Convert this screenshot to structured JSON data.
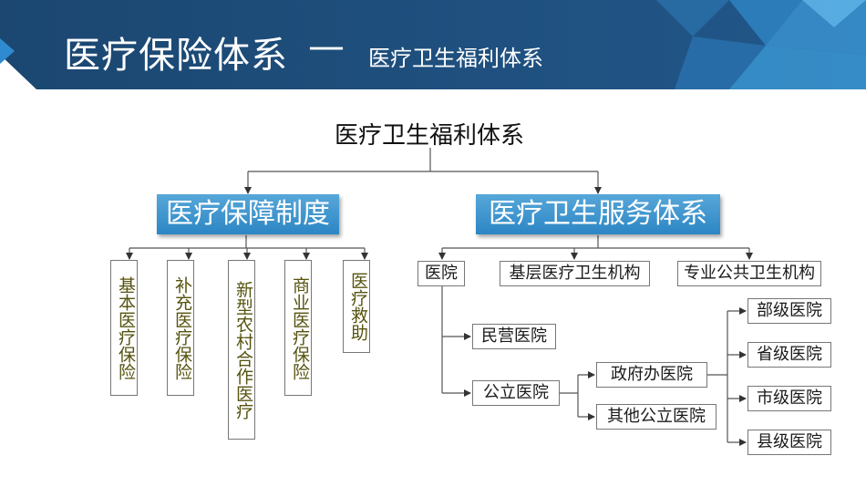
{
  "header": {
    "title": "医疗保险体系",
    "dash": "—",
    "subtitle": "医疗卫生福利体系",
    "colors": {
      "banner": "#1f4e79",
      "accent": "#2e8bd0"
    }
  },
  "diagram": {
    "root": "医疗卫生福利体系",
    "left_branch": {
      "label": "医疗保障制度",
      "children": [
        "基本医疗保险",
        "补充医疗保险",
        "新型农村合作医疗",
        "商业医疗保险",
        "医疗救助"
      ]
    },
    "right_branch": {
      "label": "医疗卫生服务体系",
      "children": [
        "医院",
        "基层医疗卫生机构",
        "专业公共卫生机构"
      ],
      "hospital": {
        "private": "民营医院",
        "public": "公立医院",
        "public_children": [
          "政府办医院",
          "其他公立医院"
        ],
        "gov_children": [
          "部级医院",
          "省级医院",
          "市级医院",
          "县级医院"
        ]
      }
    }
  }
}
